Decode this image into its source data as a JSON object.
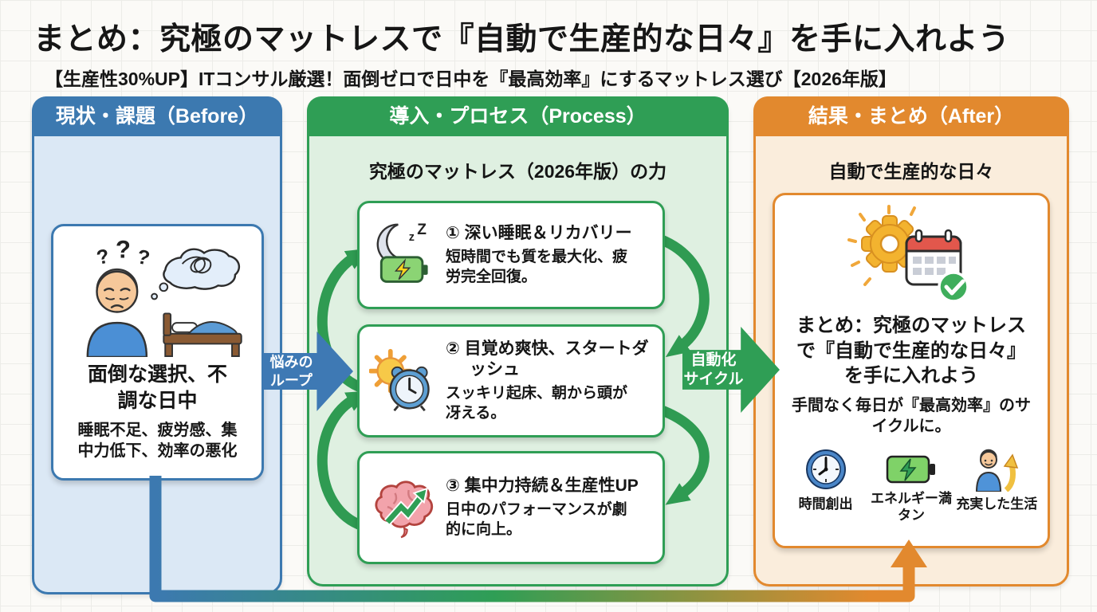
{
  "page": {
    "title": "まとめ：究極のマットレスで『自動で生産的な日々』を手に入れよう",
    "subtitle": "【生産性30%UP】ITコンサル厳選！面倒ゼロで日中を『最高効率』にするマットレス選び【2026年版】"
  },
  "colors": {
    "before_accent": "#3c79b0",
    "before_bg": "#dbe8f5",
    "process_accent": "#2f9e55",
    "process_bg": "#dff0e1",
    "after_accent": "#e2892e",
    "after_bg": "#faeddc",
    "battery_green": "#7fd268",
    "lightning_yellow": "#f9d41d",
    "check_green": "#3fae5c"
  },
  "before": {
    "header": "現状・課題（Before）",
    "card": {
      "icon": "worried-person-thought-bubble-bed",
      "title": "面倒な選択、不調な日中",
      "description": "睡眠不足、疲労感、集中力低下、効率の悪化"
    }
  },
  "loop_arrow": {
    "lines": [
      "悩みの",
      "ループ"
    ]
  },
  "process": {
    "header": "導入・プロセス（Process）",
    "subtitle": "究極のマットレス（2026年版）の力",
    "steps": [
      {
        "icon": "moon-battery",
        "title": "① 深い睡眠＆リカバリー",
        "description": "短時間でも質を最大化、疲労完全回復。"
      },
      {
        "icon": "sun-alarm-clock",
        "title": "② 目覚め爽快、スタートダッシュ",
        "description": "スッキリ起床、朝から頭が冴える。"
      },
      {
        "icon": "brain-up-arrow",
        "title": "③ 集中力持続＆生産性UP",
        "description": "日中のパフォーマンスが劇的に向上。"
      }
    ]
  },
  "cycle_arrow": {
    "lines": [
      "自動化",
      "サイクル"
    ]
  },
  "after": {
    "header": "結果・まとめ（After）",
    "subtitle": "自動で生産的な日々",
    "card": {
      "icon": "gear-calendar-check",
      "title": "まとめ：究極のマットレスで『自動で生産的な日々』を手に入れよう",
      "description": "手間なく毎日が『最高効率』のサイクルに。",
      "benefits": [
        {
          "icon": "clock",
          "label": "時間創出"
        },
        {
          "icon": "battery",
          "label": "エネルギー満タン"
        },
        {
          "icon": "person-rising-arrow",
          "label": "充実した生活"
        }
      ]
    }
  }
}
